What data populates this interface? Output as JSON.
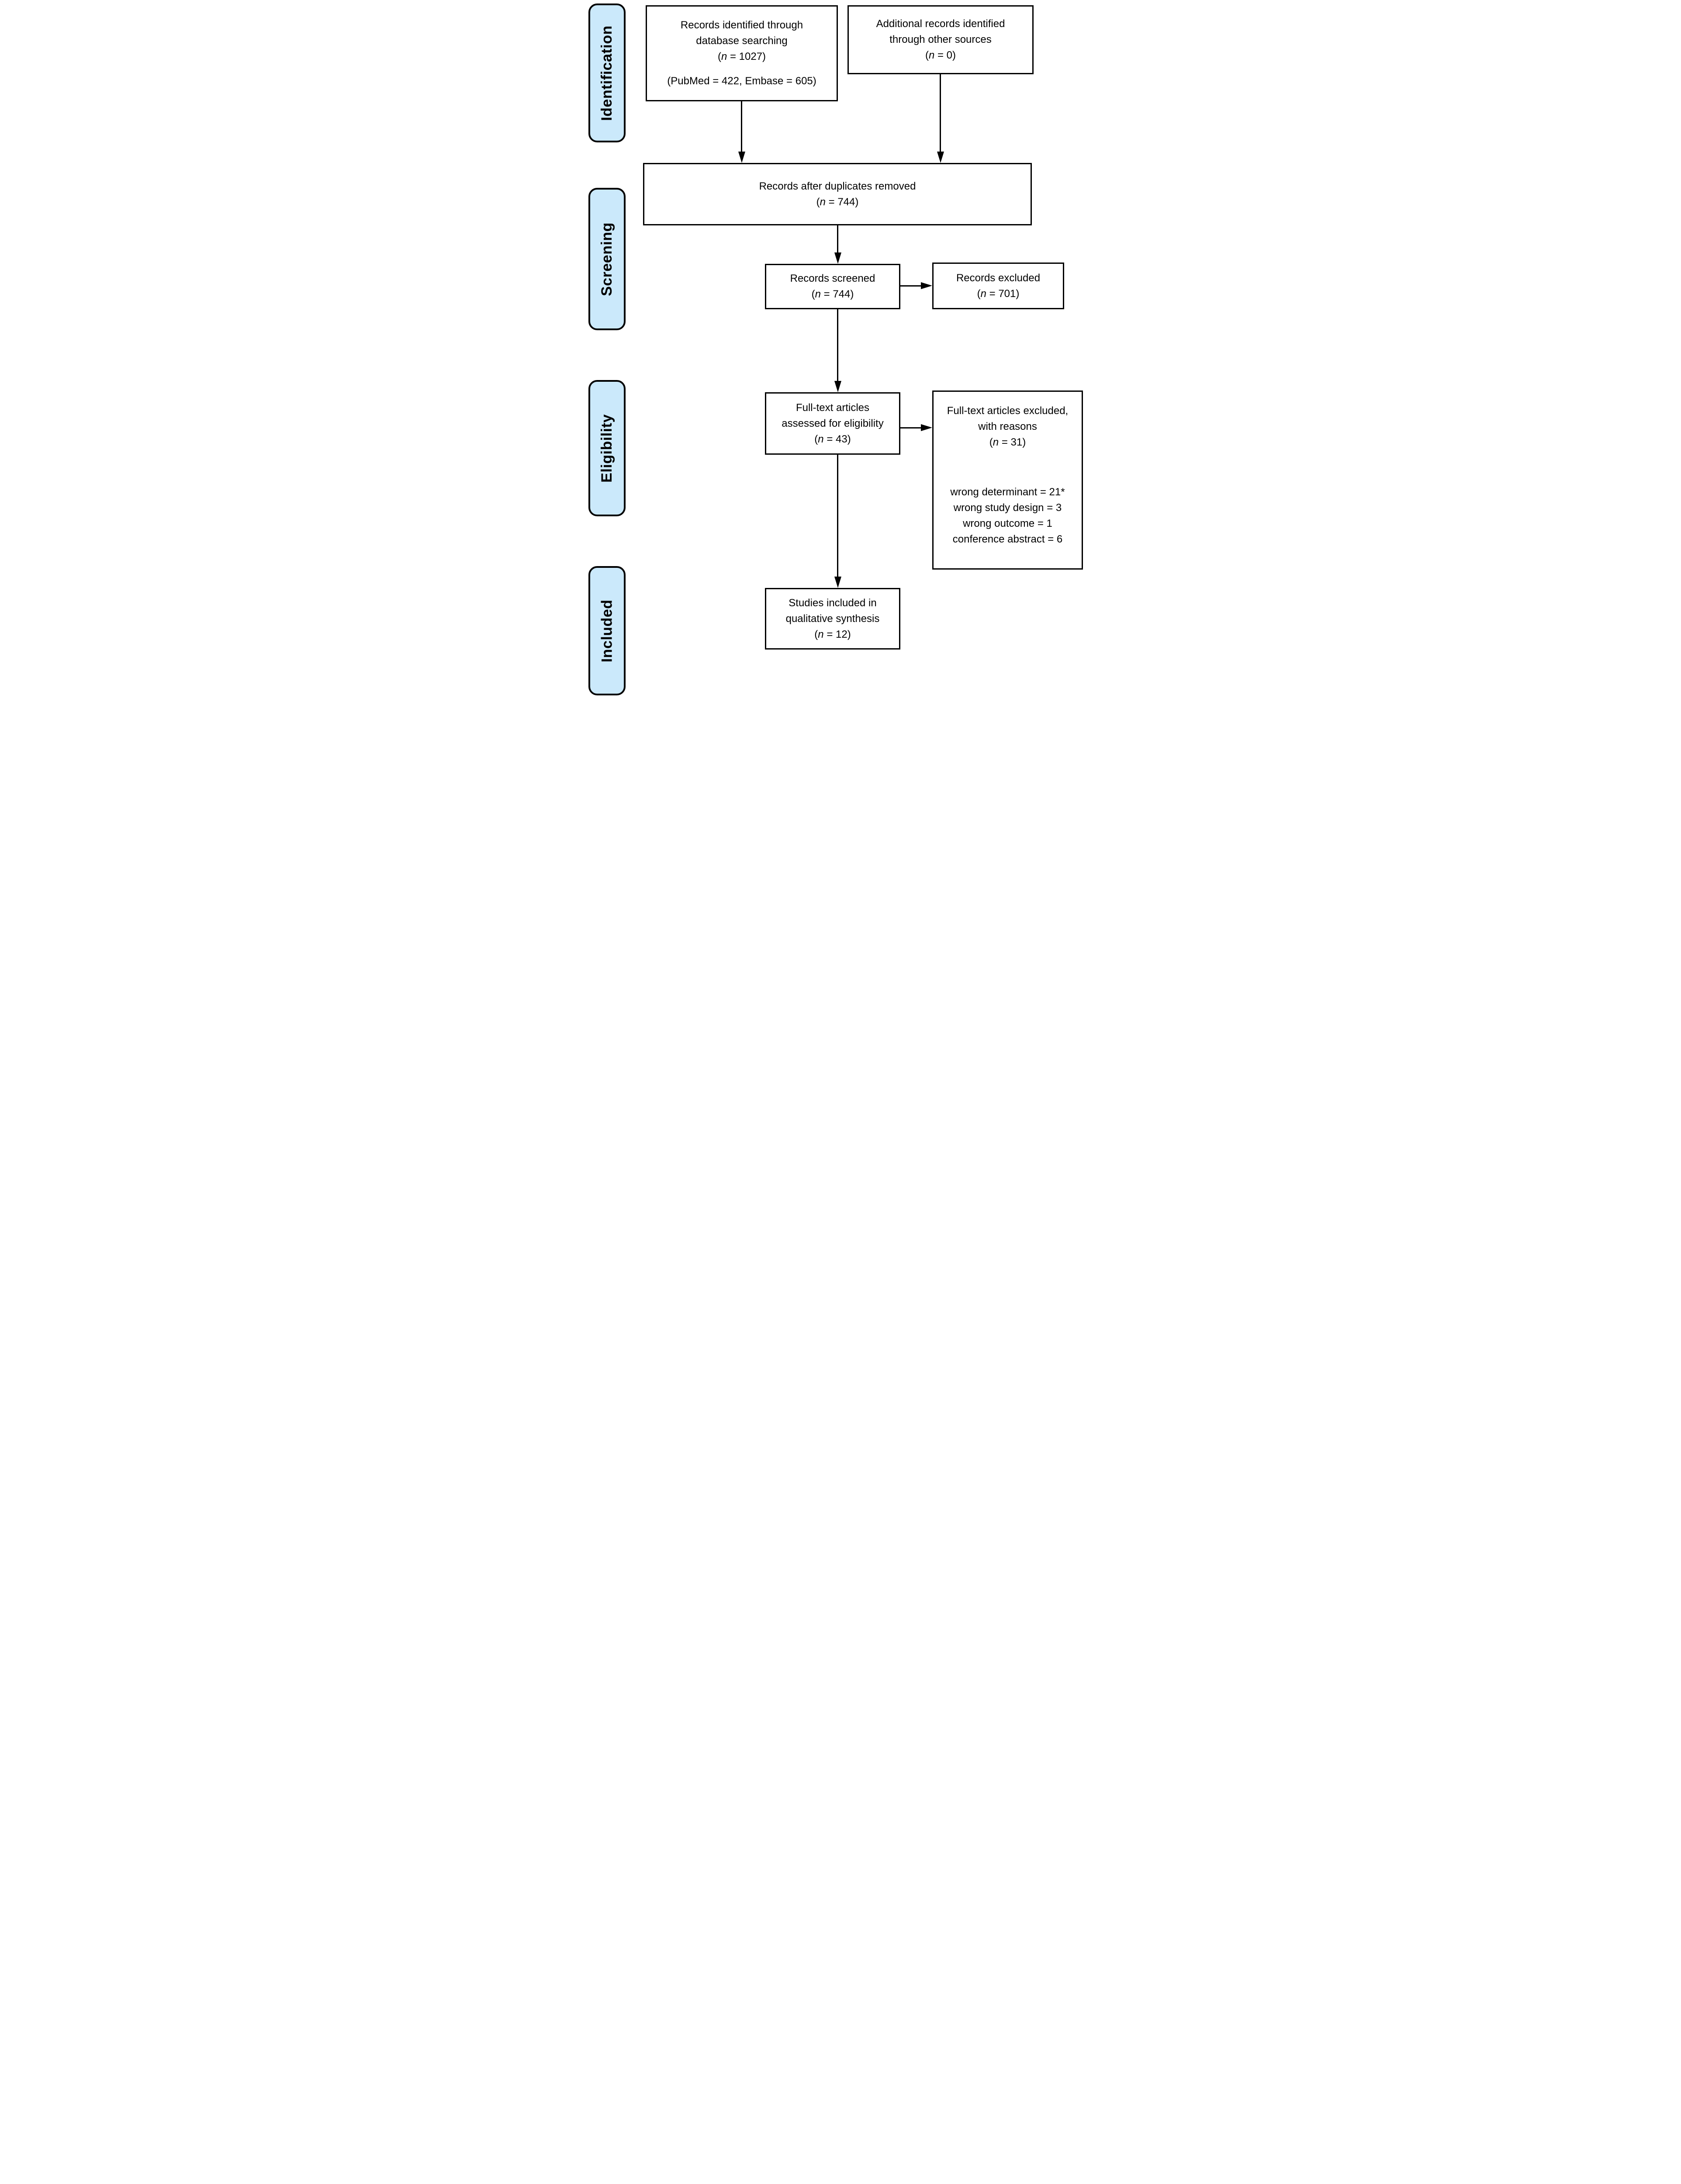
{
  "stages": [
    "Identification",
    "Screening",
    "Eligibility",
    "Included"
  ],
  "boxes": {
    "identified": {
      "lines": [
        "Records identified through",
        "database searching",
        "(n = 1027)",
        "",
        "(PubMed = 422, Embase = 605)"
      ]
    },
    "additional": {
      "lines": [
        "Additional records identified",
        "through other sources",
        "(n = 0)"
      ]
    },
    "deduplicated": {
      "lines": [
        "Records after duplicates removed",
        "(n = 744)"
      ]
    },
    "screened": {
      "lines": [
        "Records screened",
        "(n = 744)"
      ]
    },
    "excluded": {
      "lines": [
        "Records excluded",
        "(n = 701)"
      ]
    },
    "fulltext": {
      "lines": [
        "Full-text articles",
        "assessed for eligibility",
        "(n = 43)"
      ]
    },
    "fulltext_excluded": {
      "header": [
        "Full-text articles excluded,",
        "with reasons",
        "(n = 31)"
      ],
      "reasons": [
        "wrong determinant = 21*",
        "wrong study design = 3",
        "wrong outcome = 1",
        "conference abstract = 6"
      ]
    },
    "included_studies": {
      "lines": [
        "Studies included in",
        "qualitative synthesis",
        "(n = 12)"
      ]
    }
  },
  "colors": {
    "stage_fill": "#cbe9fb",
    "outline": "#000000",
    "box_fill": "#ffffff",
    "text": "#000000",
    "arrow": "#000000"
  }
}
